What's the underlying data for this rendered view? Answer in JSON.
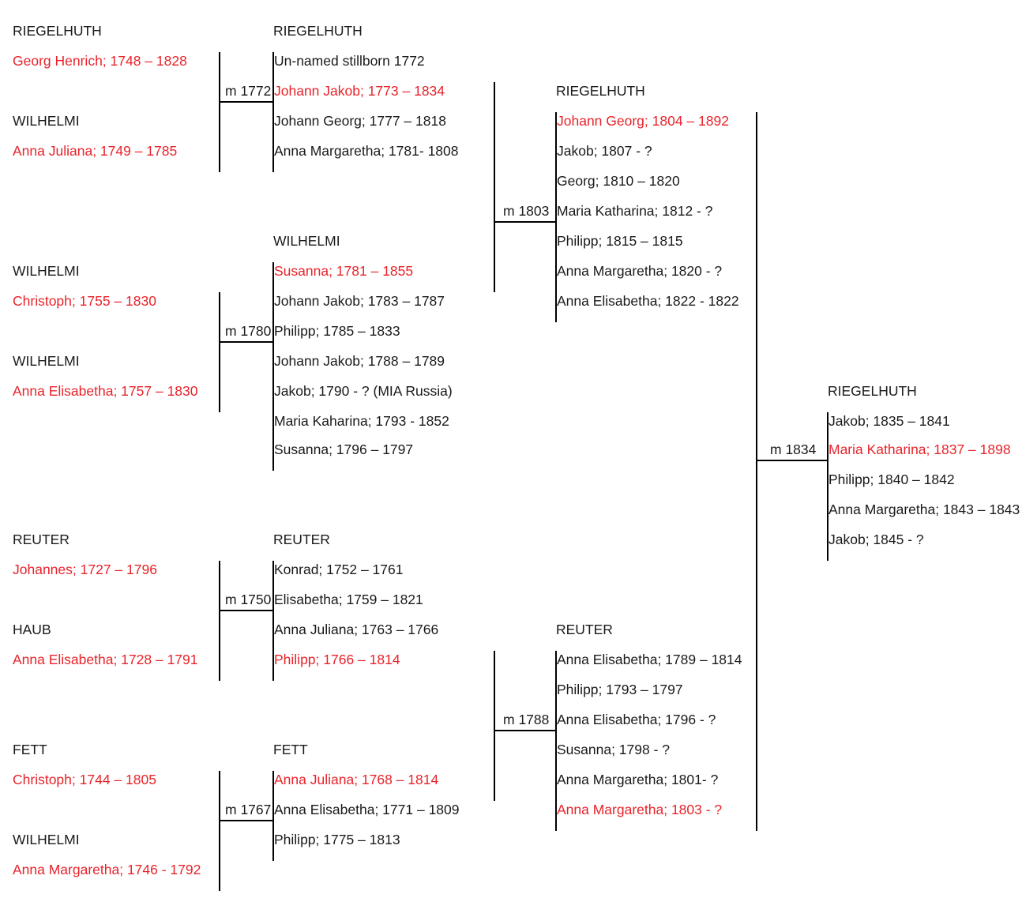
{
  "colors": {
    "highlight": "#e8232a",
    "text": "#1a1a1a",
    "line": "#000000"
  },
  "couples": [
    {
      "husband": {
        "surname": "RIEGELHUTH",
        "name": "Georg Henrich; 1748 – 1828"
      },
      "wife": {
        "surname": "WILHELMI",
        "name": "Anna Juliana; 1749 – 1785"
      },
      "marriage": "m 1772"
    },
    {
      "husband": {
        "surname": "WILHELMI",
        "name": "Christoph; 1755 – 1830"
      },
      "wife": {
        "surname": "WILHELMI",
        "name": "Anna Elisabetha; 1757 – 1830"
      },
      "marriage": "m 1780"
    },
    {
      "husband": {
        "surname": "REUTER",
        "name": "Johannes; 1727 – 1796"
      },
      "wife": {
        "surname": "HAUB",
        "name": "Anna Elisabetha; 1728 – 1791"
      },
      "marriage": "m 1750"
    },
    {
      "husband": {
        "surname": "FETT",
        "name": "Christoph; 1744 – 1805"
      },
      "wife": {
        "surname": "WILHELMI",
        "name": "Anna Margaretha; 1746 - 1792"
      },
      "marriage": "m 1767"
    }
  ],
  "families_gen2": [
    {
      "surname": "RIEGELHUTH",
      "children": [
        {
          "name": "Un-named stillborn 1772",
          "highlight": false
        },
        {
          "name": "Johann Jakob; 1773 – 1834",
          "highlight": true
        },
        {
          "name": "Johann Georg; 1777 – 1818",
          "highlight": false
        },
        {
          "name": "Anna Margaretha; 1781- 1808",
          "highlight": false
        }
      ]
    },
    {
      "surname": "WILHELMI",
      "children": [
        {
          "name": "Susanna; 1781 – 1855",
          "highlight": true
        },
        {
          "name": "Johann Jakob; 1783 – 1787",
          "highlight": false
        },
        {
          "name": "Philipp; 1785 – 1833",
          "highlight": false
        },
        {
          "name": "Johann Jakob; 1788 – 1789",
          "highlight": false
        },
        {
          "name": "Jakob; 1790 - ? (MIA Russia)",
          "highlight": false
        },
        {
          "name": "Maria Kaharina; 1793 - 1852",
          "highlight": false
        },
        {
          "name": "Susanna; 1796 – 1797",
          "highlight": false
        }
      ]
    },
    {
      "surname": "REUTER",
      "children": [
        {
          "name": "Konrad; 1752 – 1761",
          "highlight": false
        },
        {
          "name": "Elisabetha; 1759 – 1821",
          "highlight": false
        },
        {
          "name": "Anna Juliana; 1763 – 1766",
          "highlight": false
        },
        {
          "name": "Philipp; 1766 – 1814",
          "highlight": true
        }
      ]
    },
    {
      "surname": "FETT",
      "children": [
        {
          "name": "Anna Juliana; 1768 – 1814",
          "highlight": true
        },
        {
          "name": "Anna Elisabetha; 1771 – 1809",
          "highlight": false
        },
        {
          "name": "Philipp; 1775 – 1813",
          "highlight": false
        }
      ]
    }
  ],
  "marriages_gen2": [
    "m 1803",
    "m 1788"
  ],
  "families_gen3": [
    {
      "surname": "RIEGELHUTH",
      "children": [
        {
          "name": "Johann Georg; 1804 – 1892",
          "highlight": true
        },
        {
          "name": "Jakob; 1807 - ?",
          "highlight": false
        },
        {
          "name": "Georg; 1810 – 1820",
          "highlight": false
        },
        {
          "name": "Maria Katharina; 1812 - ?",
          "highlight": false
        },
        {
          "name": "Philipp; 1815 – 1815",
          "highlight": false
        },
        {
          "name": "Anna Margaretha; 1820 - ?",
          "highlight": false
        },
        {
          "name": "Anna Elisabetha; 1822 - 1822",
          "highlight": false
        }
      ]
    },
    {
      "surname": "REUTER",
      "children": [
        {
          "name": "Anna Elisabetha; 1789 – 1814",
          "highlight": false
        },
        {
          "name": "Philipp; 1793 – 1797",
          "highlight": false
        },
        {
          "name": "Anna Elisabetha; 1796 - ?",
          "highlight": false
        },
        {
          "name": "Susanna; 1798 - ?",
          "highlight": false
        },
        {
          "name": "Anna Margaretha; 1801- ?",
          "highlight": false
        },
        {
          "name": "Anna Margaretha; 1803 - ?",
          "highlight": true
        }
      ]
    }
  ],
  "marriage_gen3": "m 1834",
  "family_gen4": {
    "surname": "RIEGELHUTH",
    "children": [
      {
        "name": "Jakob; 1835 – 1841",
        "highlight": false
      },
      {
        "name": "Maria Katharina; 1837 – 1898",
        "highlight": true
      },
      {
        "name": "Philipp; 1840 – 1842",
        "highlight": false
      },
      {
        "name": "Anna Margaretha; 1843 – 1843",
        "highlight": false
      },
      {
        "name": "Jakob; 1845 - ?",
        "highlight": false
      }
    ]
  }
}
